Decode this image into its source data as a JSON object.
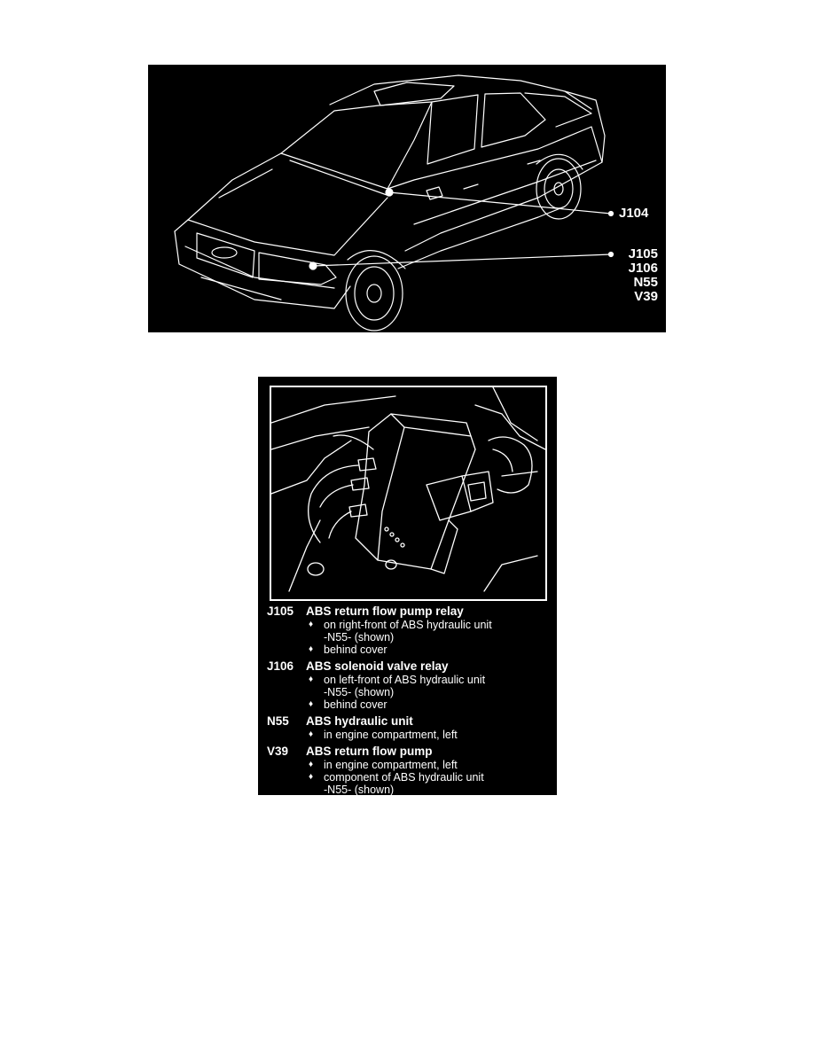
{
  "figure1": {
    "callouts": {
      "j104": "J104",
      "group": [
        "J105",
        "J106",
        "N55",
        "V39"
      ]
    }
  },
  "figure2": {
    "entries": [
      {
        "code": "J105",
        "title": "ABS return flow pump relay",
        "bullets": [
          [
            "on right-front of ABS hydraulic unit",
            "-N55- (shown)"
          ],
          [
            "behind cover"
          ]
        ]
      },
      {
        "code": "J106",
        "title": "ABS solenoid valve relay",
        "bullets": [
          [
            "on left-front of ABS hydraulic unit",
            "-N55- (shown)"
          ],
          [
            "behind cover"
          ]
        ]
      },
      {
        "code": "N55",
        "title": "ABS hydraulic unit",
        "bullets": [
          [
            "in engine compartment, left"
          ]
        ]
      },
      {
        "code": "V39",
        "title": "ABS return flow pump",
        "bullets": [
          [
            "in engine compartment, left"
          ],
          [
            "component of ABS hydraulic unit",
            "-N55- (shown)"
          ]
        ]
      }
    ],
    "bullet_symbol": "♦"
  },
  "colors": {
    "background": "#000000",
    "line": "#ffffff"
  }
}
